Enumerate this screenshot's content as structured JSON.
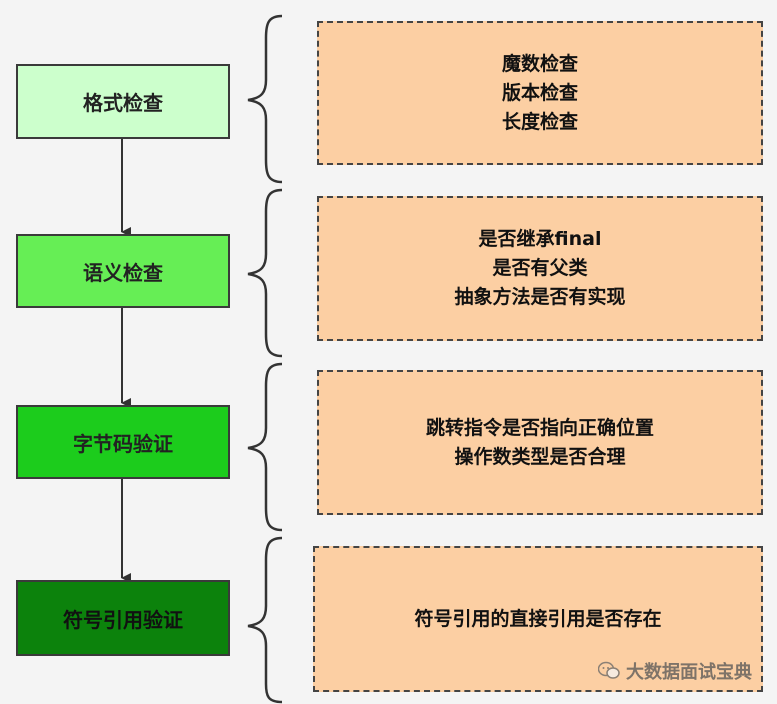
{
  "steps": [
    {
      "label": "格式检查",
      "color": "#ccffcc"
    },
    {
      "label": "语义检查",
      "color": "#66ee55"
    },
    {
      "label": "字节码验证",
      "color": "#1ccc1c"
    },
    {
      "label": "符号引用验证",
      "color": "#0c820c"
    }
  ],
  "details": [
    {
      "lines": [
        "魔数检查",
        "版本检查",
        "长度检查"
      ]
    },
    {
      "lines": [
        "是否继承final",
        "是否有父类",
        "抽象方法是否有实现"
      ]
    },
    {
      "lines": [
        "跳转指令是否指向正确位置",
        "操作数类型是否合理"
      ]
    },
    {
      "lines": [
        "符号引用的直接引用是否存在"
      ]
    }
  ],
  "colors": {
    "detail_fill": "#fccfa3",
    "border": "#3a3a3a",
    "background": "#f4f4f4"
  },
  "watermark": {
    "text": "大数据面试宝典",
    "icon": "wechat-icon"
  }
}
